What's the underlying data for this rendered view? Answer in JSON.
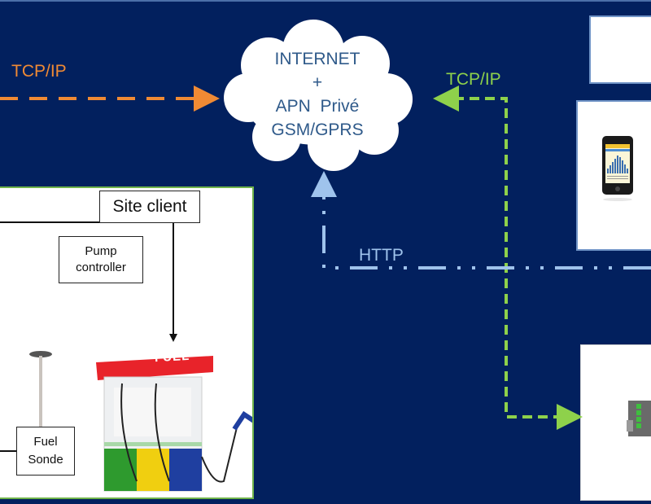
{
  "diagram": {
    "title": "Network architecture — fuel site monitoring",
    "background_color": "#02205e",
    "cloud": {
      "lines": [
        "INTERNET",
        "+",
        "APN  Privé",
        "GSM/GPRS"
      ],
      "text_color": "#2f5a8a"
    },
    "connections": [
      {
        "id": "tcp-left",
        "label": "TCP/IP",
        "style": "dashed",
        "color": "#f08a34",
        "from": "left-edge",
        "to": "cloud"
      },
      {
        "id": "tcp-right",
        "label": "TCP/IP",
        "style": "dashed",
        "color": "#8ed14b",
        "from": "server",
        "to": "cloud"
      },
      {
        "id": "http",
        "label": "HTTP",
        "style": "dash-dot",
        "color": "#9fc3ec",
        "from": "right-edge",
        "to": "cloud"
      }
    ],
    "site": {
      "title": "Site client",
      "pump_controller": [
        "Pump",
        "controller"
      ],
      "fuel_sonde": [
        "Fuel",
        "Sonde"
      ],
      "pump_sign": "FUEL"
    },
    "panels": {
      "top_right": "",
      "phone": "smartphone with chart",
      "server": "server rack"
    }
  }
}
